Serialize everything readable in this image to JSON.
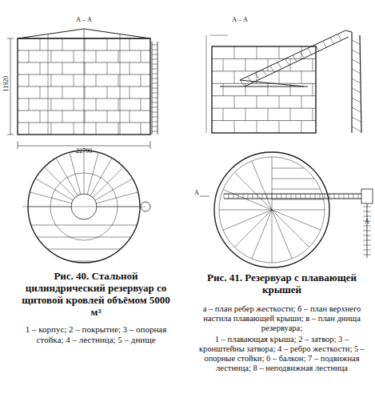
{
  "diagram": {
    "labels": [
      "А – А",
      "22790",
      "11920",
      "А – А",
      "А",
      "А",
      "Рис. 40. Стальной цилиндрический резервуар со щитовой кровлей объёмом 5000 м³",
      "1 – корпус; 2 – покрытие; 3 – опорная стойка; 4 – лестница; 5 – днище",
      "Рис. 41. Резервуар с плавающей крышей",
      "а – план ребер жесткости; б – план верхнего настила плавающей крыши; в – план днища резервуара;",
      "1 – плавающая крыша; 2 – затвор; 3 – кронштейны затвора; 4 – ребро жесткости; 5 – опорные стойки; 6 – балкон; 7 – подвижная лестница; 8 – неподвижная лестница"
    ]
  }
}
